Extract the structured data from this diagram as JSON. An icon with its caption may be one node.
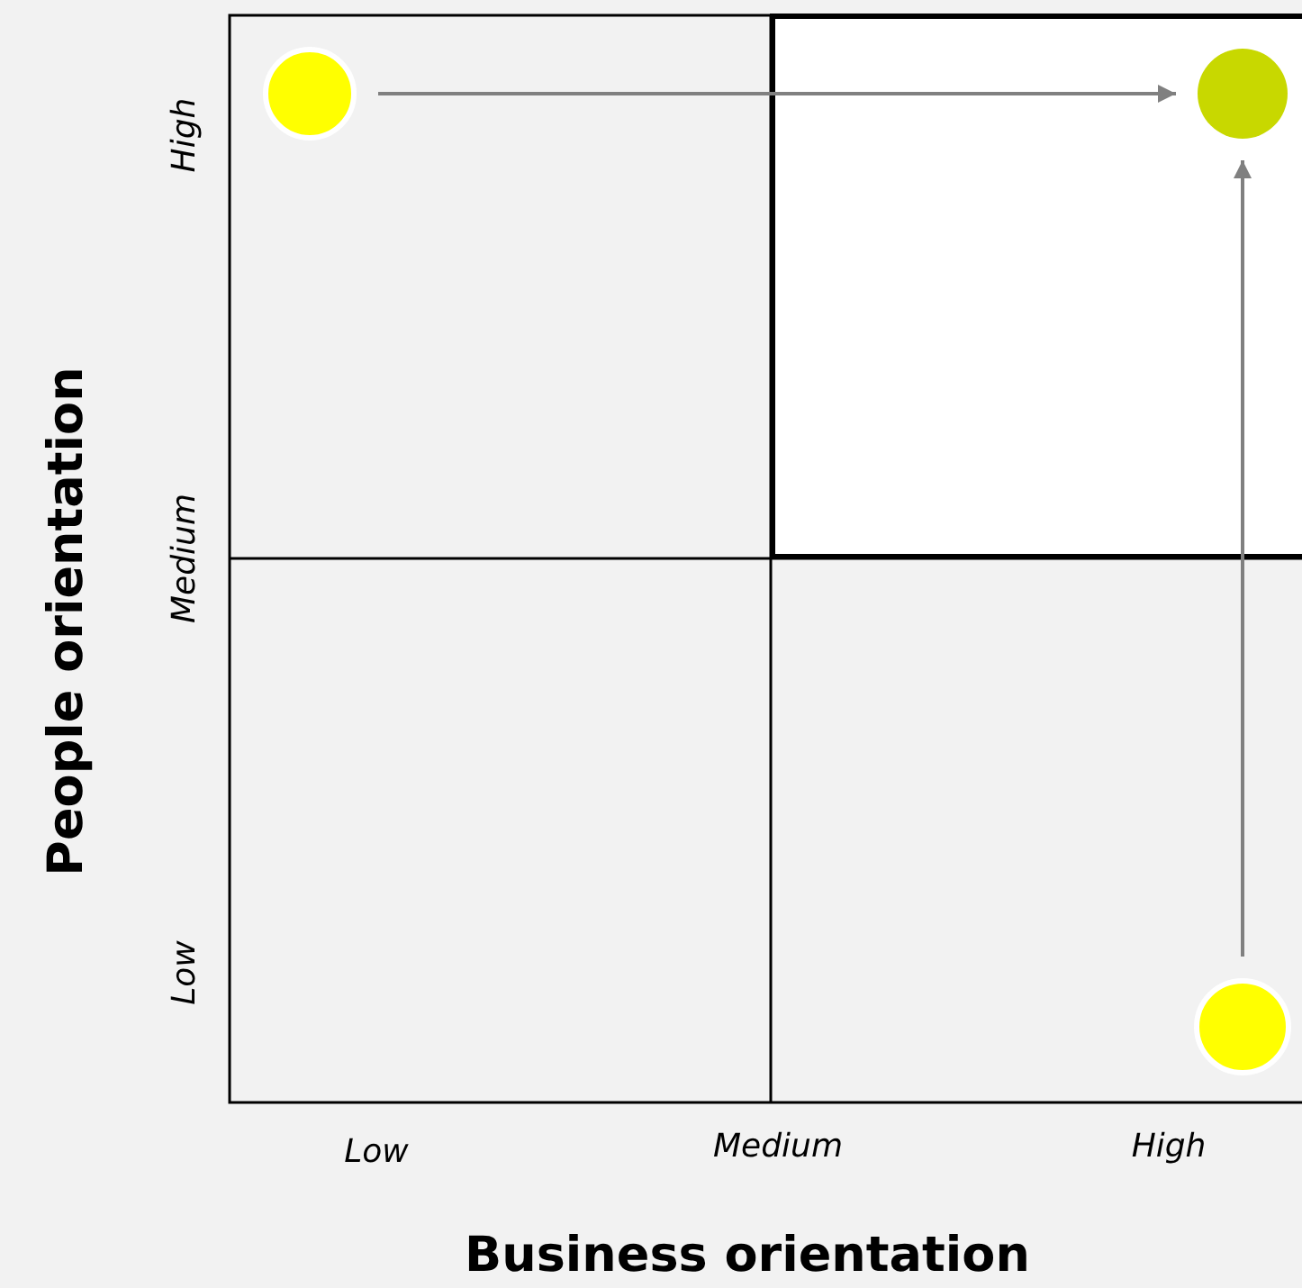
{
  "diagram": {
    "nodes": [
      {
        "text": [],
        "shape": "circle"
      },
      {
        "text": [],
        "shape": "circle"
      },
      {
        "text": [],
        "shape": "circle"
      }
    ],
    "edges": [
      {
        "from": 0,
        "to": 1,
        "arrow": "to"
      },
      {
        "from": 2,
        "to": 1,
        "arrow": "to"
      }
    ],
    "labels": [
      "People orientation",
      "High",
      "Medium",
      "Low",
      "Low",
      "Medium",
      "High",
      "Business orientation"
    ]
  }
}
